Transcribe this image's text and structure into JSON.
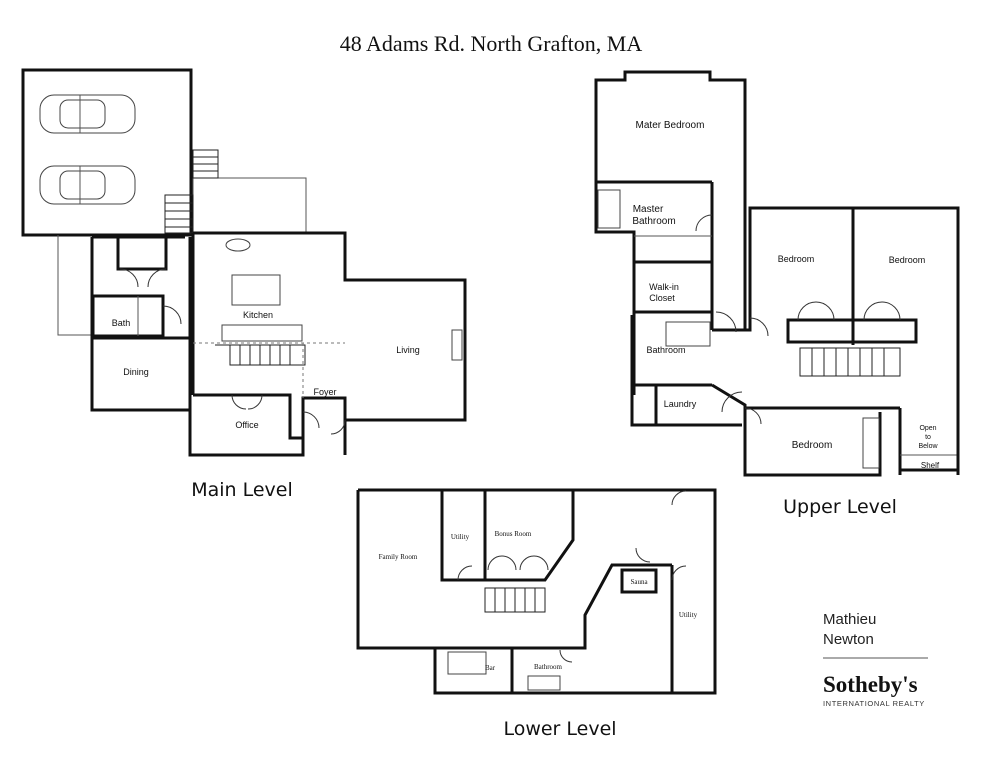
{
  "title": "48 Adams Rd. North Grafton, MA",
  "levels": {
    "main": {
      "label": "Main Level",
      "rooms": {
        "bath": "Bath",
        "kitchen": "Kitchen",
        "dining": "Dining",
        "living": "Living",
        "foyer": "Foyer",
        "office": "Office"
      }
    },
    "upper": {
      "label": "Upper Level",
      "rooms": {
        "master_bedroom": "Mater Bedroom",
        "master_bath_1": "Master",
        "master_bath_2": "Bathroom",
        "walkin_1": "Walk-in",
        "walkin_2": "Closet",
        "bathroom": "Bathroom",
        "laundry": "Laundry",
        "bedroom_1": "Bedroom",
        "bedroom_2": "Bedroom",
        "bedroom_3": "Bedroom",
        "open_1": "Open",
        "open_2": "to",
        "open_3": "Below",
        "shelf": "Shelf"
      }
    },
    "lower": {
      "label": "Lower Level",
      "rooms": {
        "family_room": "Family Room",
        "utility_1": "Utility",
        "bonus_room": "Bonus Room",
        "sauna": "Sauna",
        "utility_2": "Utility",
        "bar": "Bar",
        "bathroom": "Bathroom"
      }
    }
  },
  "brand": {
    "agent_first": "Mathieu",
    "agent_last": "Newton",
    "company": "Sotheby's",
    "company_sub": "INTERNATIONAL REALTY"
  }
}
